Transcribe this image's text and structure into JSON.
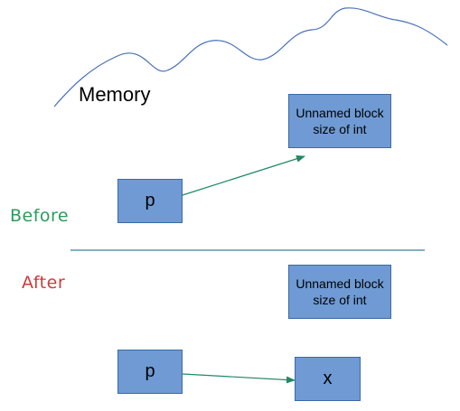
{
  "memory_label": "Memory",
  "before": {
    "label": "Before",
    "pointer_box": "p",
    "block_line1": "Unnamed block",
    "block_line2": "size of int"
  },
  "after": {
    "label": "After",
    "pointer_box": "p",
    "block_line1": "Unnamed block",
    "block_line2": "size of int",
    "target_box": "x"
  },
  "colors": {
    "box_fill": "#6f9ad3",
    "box_border": "#3c6aa6",
    "arrow": "#1f8a63",
    "divider": "#3e7f96",
    "memory_outline": "#4a72b8",
    "before_label": "#2a9d5a",
    "after_label": "#d0393a"
  }
}
